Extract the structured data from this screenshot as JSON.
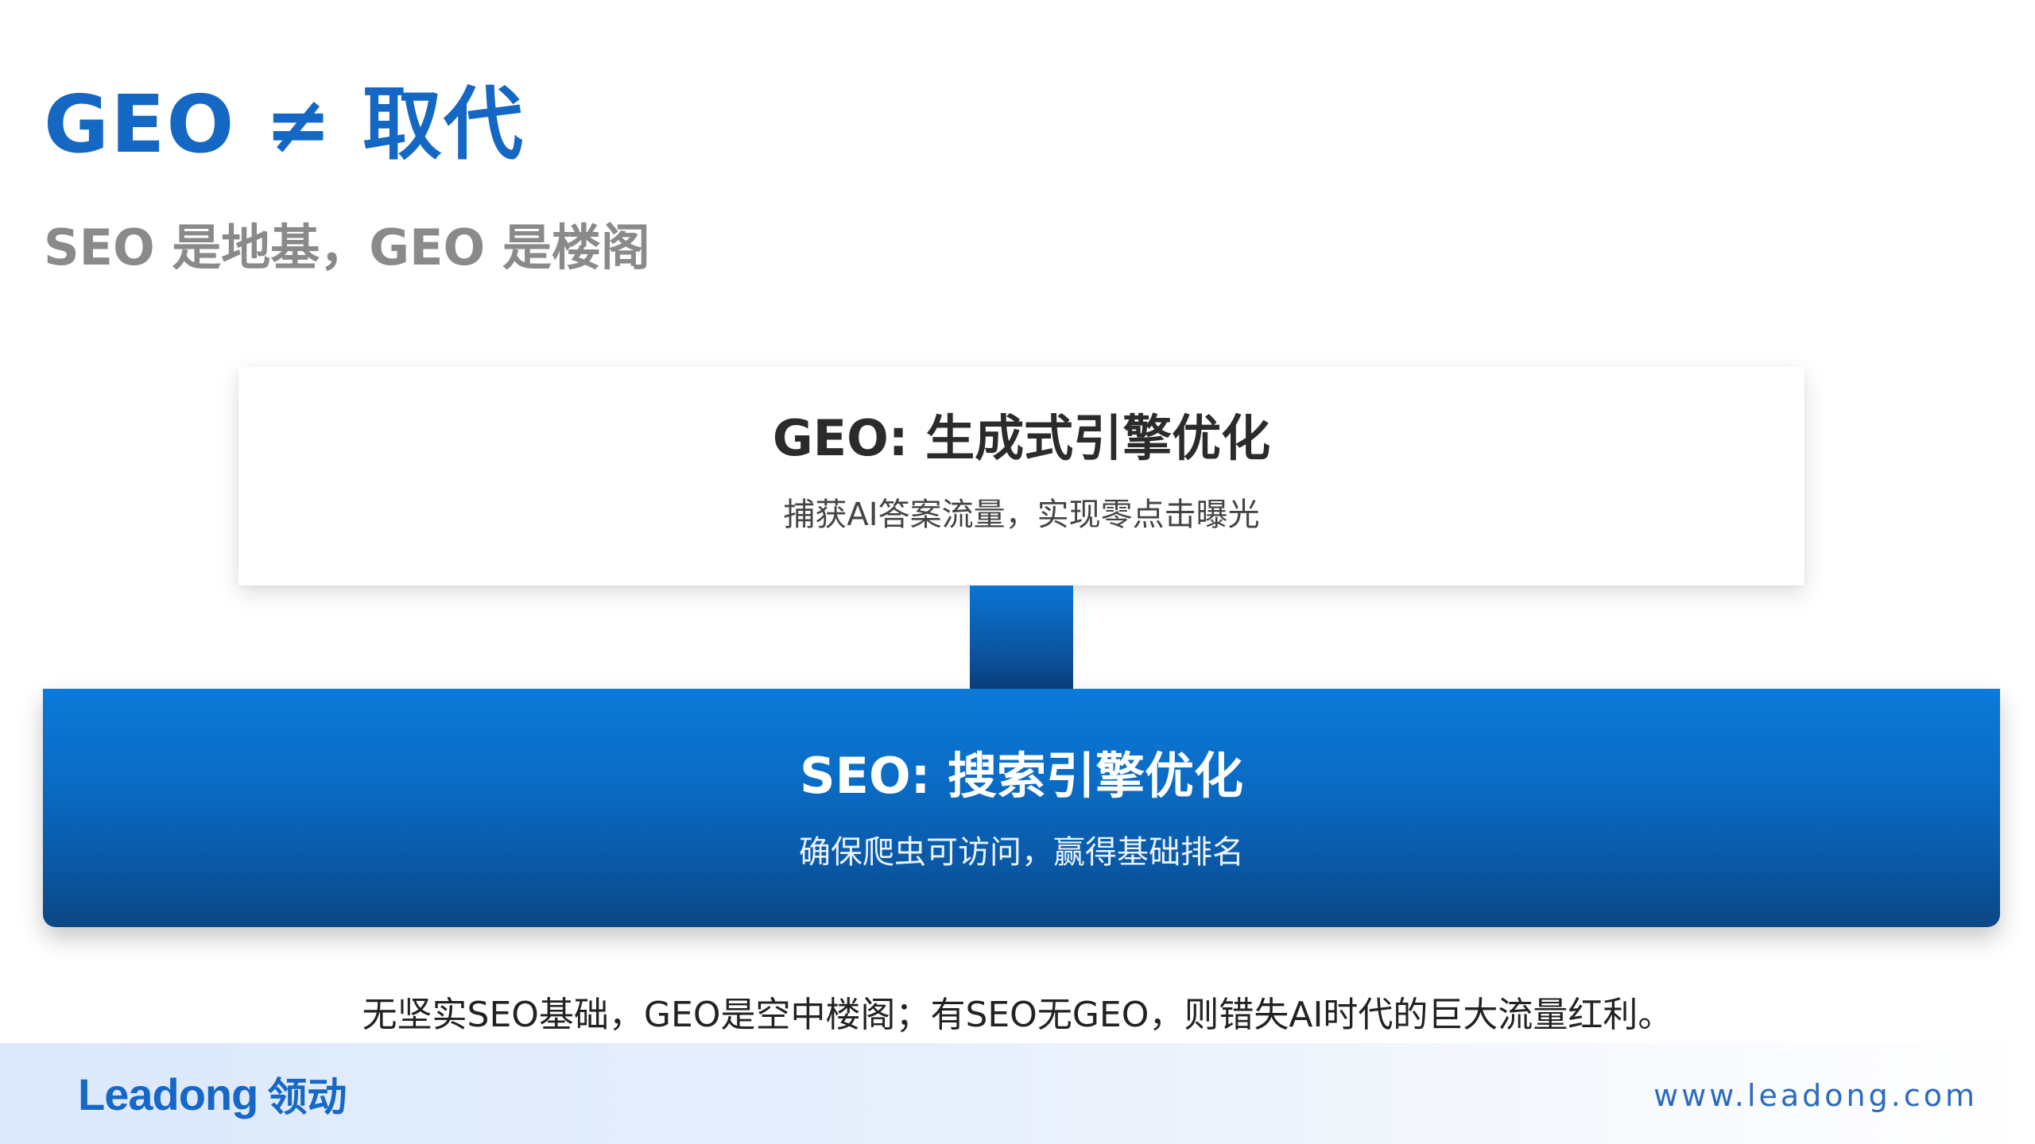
{
  "slide": {
    "title": "GEO ≠ 取代",
    "subtitle": "SEO 是地基，GEO 是楼阁"
  },
  "geo_card": {
    "title": "GEO: 生成式引擎优化",
    "description": "捕获AI答案流量，实现零点击曝光"
  },
  "seo_card": {
    "title": "SEO: 搜索引擎优化",
    "description": "确保爬虫可访问，赢得基础排名"
  },
  "conclusion": "无坚实SEO基础，GEO是空中楼阁；有SEO无GEO，则错失AI时代的巨大流量红利。",
  "footer": {
    "logo_en": "Leadong",
    "logo_cn": "领动",
    "website": "www.leadong.com"
  },
  "colors": {
    "accent_blue": "#1468c4",
    "seo_gradient_top": "#0b7ad8",
    "seo_gradient_bottom": "#0b4784",
    "subtitle_gray": "#8a8a8a"
  }
}
